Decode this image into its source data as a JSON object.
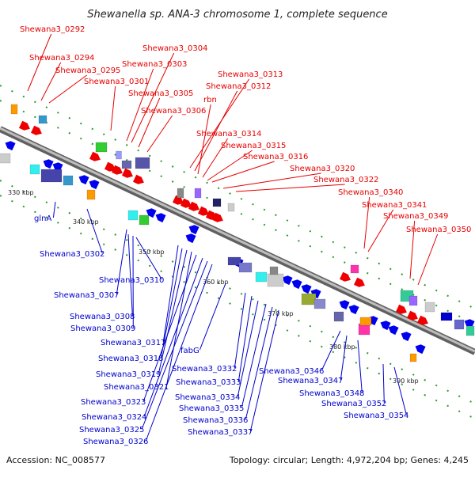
{
  "title": "Shewanella sp. ANA-3 chromosome 1, complete sequence",
  "footer": {
    "accession": "Accession: NC_008577",
    "summary": "Topology: circular; Length: 4,972,204 bp; Genes: 4,245"
  },
  "scale_ticks": [
    "330 kbp",
    "340 kbp",
    "350 kbp",
    "360 kbp",
    "370 kbp",
    "380 kbp",
    "390 kbp"
  ],
  "labels_top": [
    "Shewana3_0292",
    "Shewana3_0294",
    "Shewana3_0295",
    "Shewana3_0301",
    "Shewana3_0303",
    "Shewana3_0304",
    "Shewana3_0305",
    "Shewana3_0306",
    "Shewana3_0313",
    "Shewana3_0312",
    "rbn",
    "Shewana3_0314",
    "Shewana3_0315",
    "Shewana3_0316",
    "Shewana3_0320",
    "Shewana3_0322",
    "Shewana3_0340",
    "Shewana3_0341",
    "Shewana3_0349",
    "Shewana3_0350"
  ],
  "labels_bottom": [
    "glnA",
    "Shewana3_0302",
    "Shewana3_0307",
    "Shewana3_0308",
    "Shewana3_0309",
    "Shewana3_0310",
    "Shewana3_0317",
    "Shewana3_0318",
    "Shewana3_0319",
    "Shewana3_0321",
    "Shewana3_0323",
    "Shewana3_0324",
    "Shewana3_0325",
    "Shewana3_0326",
    "fabG",
    "Shewana3_0332",
    "Shewana3_0333",
    "Shewana3_0334",
    "Shewana3_0335",
    "Shewana3_0336",
    "Shewana3_0337",
    "Shewana3_0346",
    "Shewana3_0347",
    "Shewana3_0348",
    "Shewana3_0352",
    "Shewana3_0354"
  ],
  "colors": {
    "forward": "#ff0000",
    "reverse": "#0000ff",
    "backbone": "#808080",
    "label_forward": "#e60000",
    "label_reverse": "#0000cc"
  }
}
